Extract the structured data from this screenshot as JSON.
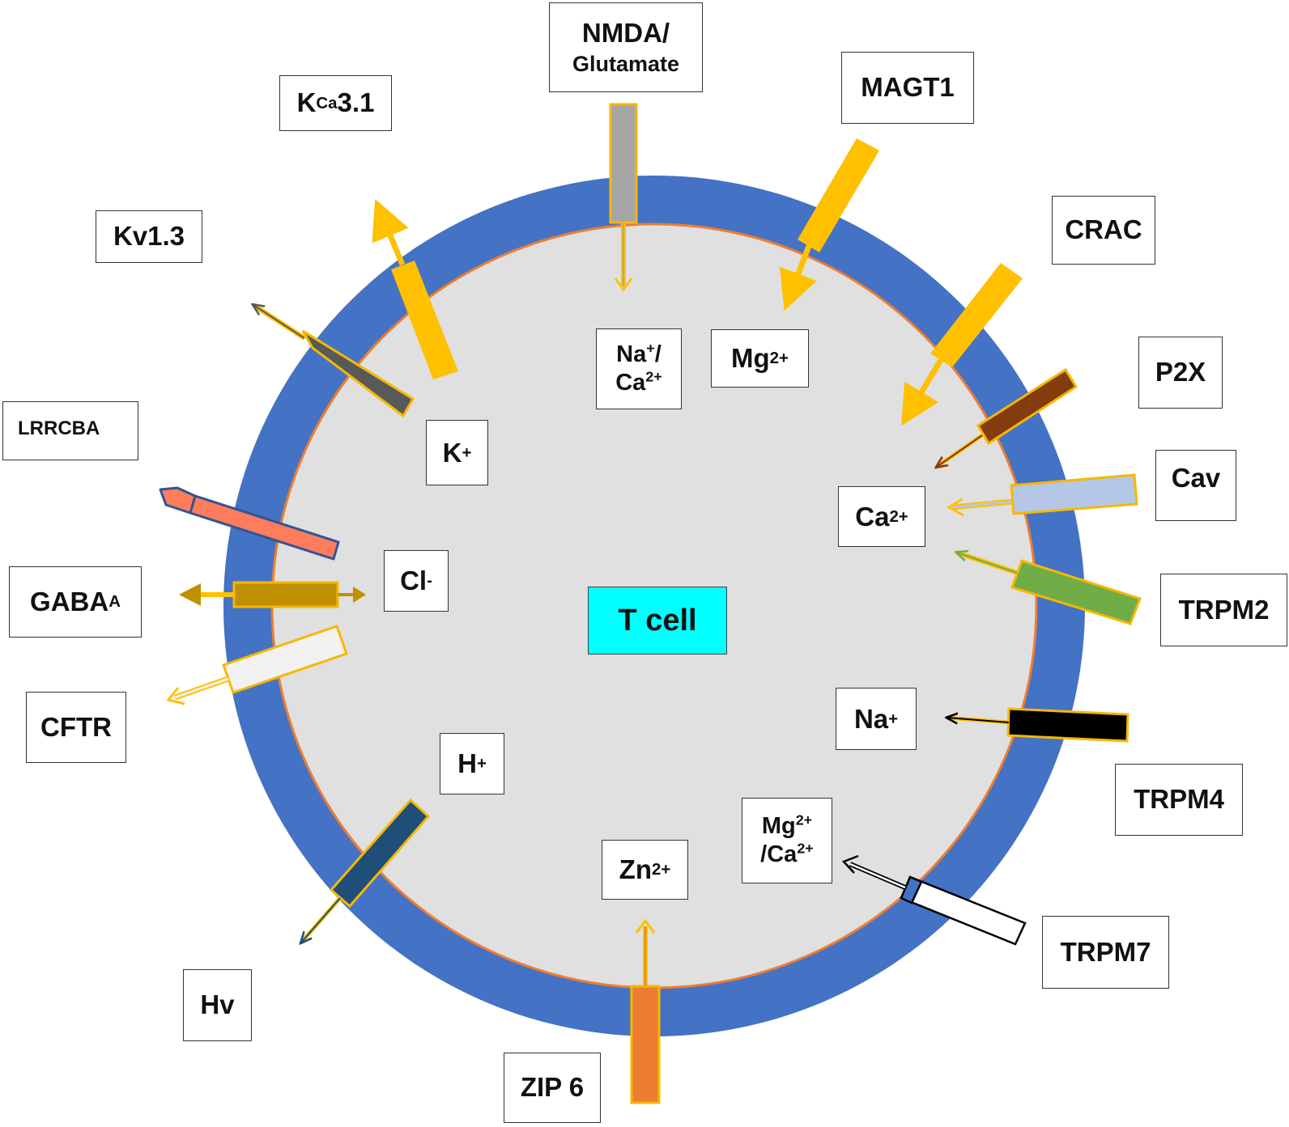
{
  "cell": {
    "label": "T cell",
    "membrane_color": "#4472c4",
    "cytoplasm_color": "#e0e0e0",
    "inner_edge_color": "#ed7d31",
    "label_color": "#00ffff"
  },
  "channels": {
    "nmda": {
      "line1": "NMDA/",
      "line2": "Glutamate"
    },
    "magt1": {
      "name": "MAGT1"
    },
    "kca31": {
      "base": "K",
      "sub": "Ca",
      "rest": "3.1"
    },
    "crac": {
      "name": "CRAC"
    },
    "kv13": {
      "name": "Kv1.3"
    },
    "p2x": {
      "name": "P2X"
    },
    "lrrcba": {
      "name": "LRRCBA"
    },
    "cav": {
      "name": "Cav"
    },
    "trpm2": {
      "name": "TRPM2"
    },
    "gabaa": {
      "base": "GABA",
      "sub": "A"
    },
    "cftr": {
      "name": "CFTR"
    },
    "trpm4": {
      "name": "TRPM4"
    },
    "trpm7": {
      "name": "TRPM7"
    },
    "hv": {
      "name": "Hv"
    },
    "zip6": {
      "name": "ZIP 6"
    }
  },
  "ions": {
    "na_ca": {
      "l1_base": "Na",
      "l1_sup": "+",
      "l1_tail": "/",
      "l2_base": "Ca",
      "l2_sup": "2+"
    },
    "mg": {
      "base": "Mg",
      "sup": "2+"
    },
    "k": {
      "base": "K",
      "sup": "+"
    },
    "ca": {
      "base": "Ca",
      "sup": "2+"
    },
    "cl": {
      "base": "Cl",
      "sup": "-"
    },
    "na": {
      "base": "Na",
      "sup": "+"
    },
    "h": {
      "base": "H",
      "sup": "+"
    },
    "mg_ca": {
      "l1_base": "Mg",
      "l1_sup": "2+",
      "l2_base": "/Ca",
      "l2_sup": "2+"
    },
    "zn": {
      "base": "Zn",
      "sup": "2+"
    }
  },
  "colors": {
    "nmda": "#a6a6a6",
    "magt1": "#ffc000",
    "kca31": "#ffc000",
    "crac": "#ffc000",
    "kv13": "#595959",
    "p2x": "#843c0c",
    "lrrcba": "#ff7c5c",
    "cav": "#b4c7e7",
    "trpm2": "#70ad47",
    "gabaa": "#bf9000",
    "cftr": "#f2f2f2",
    "trpm4": "#000000",
    "trpm7": "#ffffff",
    "hv": "#1f4e79",
    "zip6": "#ed7d31",
    "outline": "#f5b800"
  }
}
